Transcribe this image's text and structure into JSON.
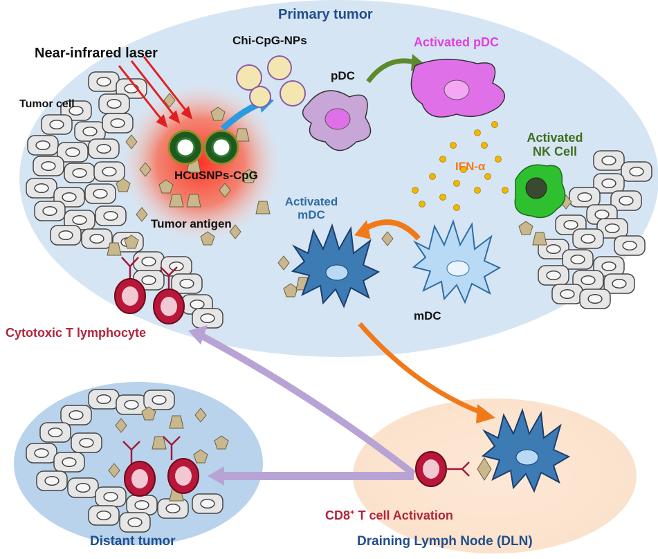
{
  "labels": {
    "primary_tumor": "Primary tumor",
    "nir_laser": "Near-infrared laser",
    "chi_cpg_nps": "Chi-CpG-NPs",
    "activated_pdc": "Activated pDC",
    "pdc": "pDC",
    "tumor_cell": "Tumor cell",
    "hcusnps_cpg": "HCuSNPs-CpG",
    "activated_nk_line1": "Activated",
    "activated_nk_line2": "NK Cell",
    "ifn_alpha": "IFN-α",
    "activated_mdc_line1": "Activated",
    "activated_mdc_line2": "mDC",
    "tumor_antigen": "Tumor antigen",
    "mdc": "mDC",
    "ctl": "Cytotoxic T lymphocyte",
    "cd8_prefix": "CD8",
    "cd8_sup": "+",
    "cd8_suffix": " T cell Activation",
    "distant_tumor": "Distant tumor",
    "dln": "Draining Lymph Node (DLN)"
  },
  "colors": {
    "tumor_region": "#d6e5f3",
    "distant_region": "#b9d3ec",
    "dln_region": "#fbe6d2",
    "tumor_cell_fill": "#e6e6e6",
    "antigen_fill": "#c9b88e",
    "pdc_fill": "#c9a6d8",
    "activated_pdc_fill": "#e070e8",
    "nk_fill": "#2ec02e",
    "mdc_fill": "#b8daf5",
    "activated_mdc_fill": "#3d7bb5",
    "tcell_fill": "#b8173a",
    "laser": "#e02020",
    "ifn_dots": "#f0b800",
    "arrow_green": "#5d8a2c",
    "arrow_orange": "#f07a1a",
    "arrow_blue": "#2a9be0",
    "arrow_lavender": "#b7a4d4"
  }
}
